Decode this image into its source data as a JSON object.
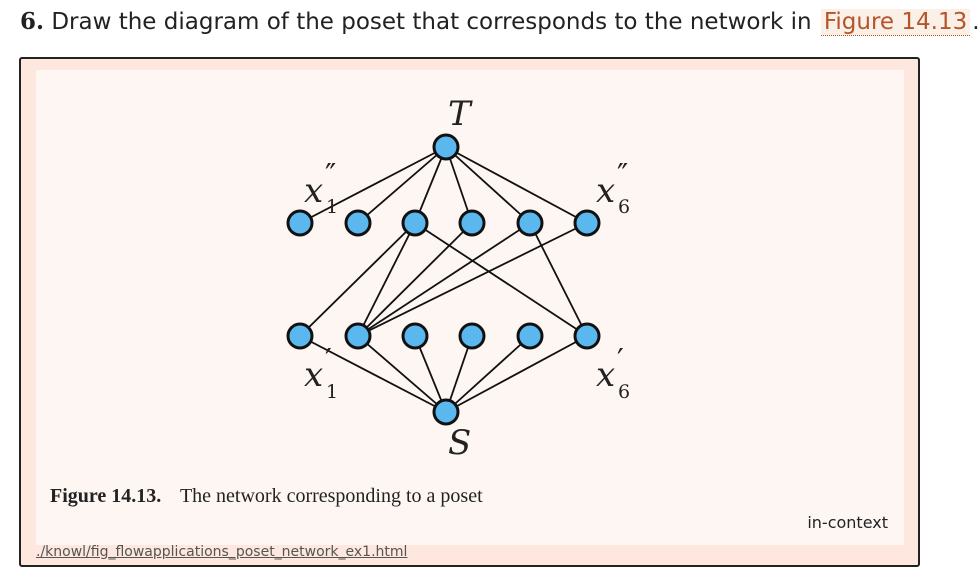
{
  "exercise": {
    "number": "6.",
    "text_before": "Draw the diagram of the poset that corresponds to the network in",
    "figure_link": "Figure 14.13",
    "text_after": "."
  },
  "figure": {
    "label": "Figure 14.13.",
    "caption": "The network corresponding to a poset",
    "in_context_link": "in-context",
    "source_path": "./knowl/fig_flowapplications_poset_network_ex1.html"
  },
  "diagram": {
    "node_color": "#5bb8ef",
    "labels": {
      "top": "T",
      "bottom": "S",
      "x": "x",
      "double_prime": "″",
      "prime": "′",
      "sub_1": "1",
      "sub_6": "6"
    },
    "upper_row": [
      "x1''",
      "x2''",
      "x3''",
      "x4''",
      "x5''",
      "x6''"
    ],
    "lower_row": [
      "x1'",
      "x2'",
      "x3'",
      "x4'",
      "x5'",
      "x6'"
    ],
    "edges_T": [
      "x1''",
      "x2''",
      "x3''",
      "x4''",
      "x5''",
      "x6''"
    ],
    "edges_S": [
      "x1'",
      "x2'",
      "x3'",
      "x4'",
      "x5'",
      "x6'"
    ],
    "edges_middle": [
      [
        "x1'",
        "x3''"
      ],
      [
        "x2'",
        "x3''"
      ],
      [
        "x2'",
        "x4''"
      ],
      [
        "x2'",
        "x5''"
      ],
      [
        "x2'",
        "x6''"
      ],
      [
        "x6'",
        "x3''"
      ],
      [
        "x6'",
        "x5''"
      ]
    ]
  }
}
